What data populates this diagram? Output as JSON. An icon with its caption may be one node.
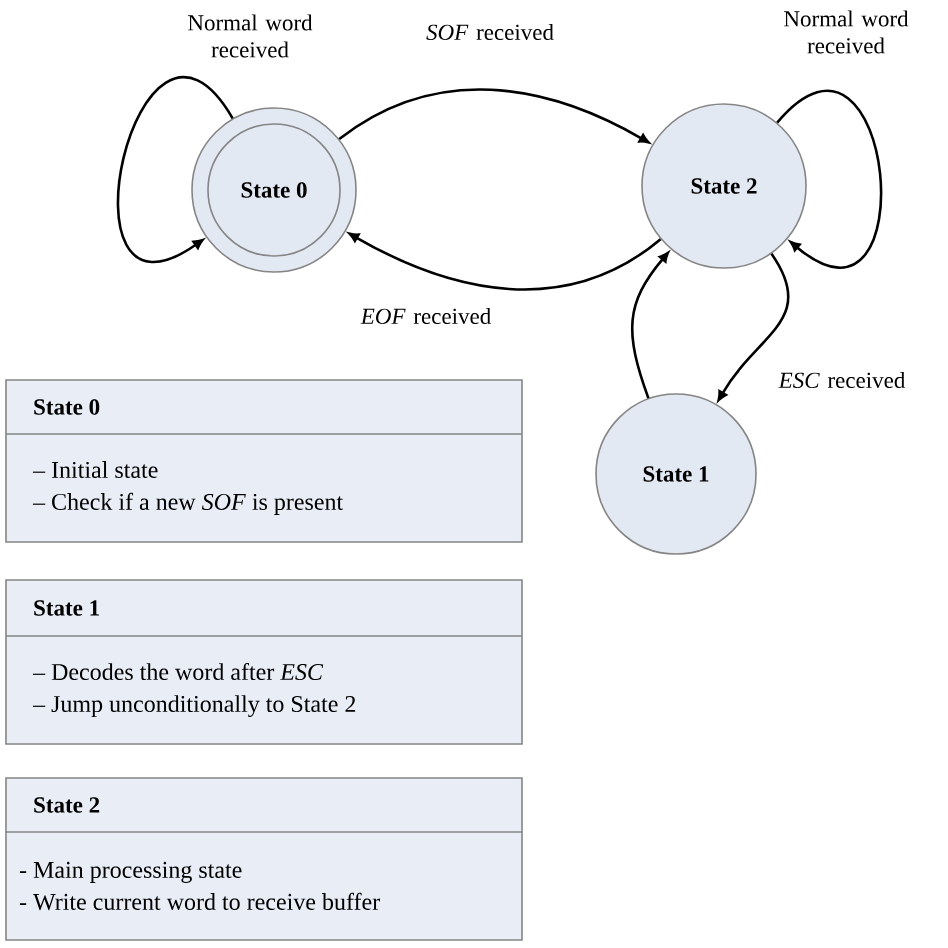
{
  "diagram": {
    "nodes": [
      {
        "text": [
          "State 0"
        ]
      },
      {
        "text": [
          "State 2"
        ]
      },
      {
        "text": [
          "State 1"
        ]
      },
      {
        "text": [
          "State 0",
          "– Initial state",
          "– Check if a new *SOF* is present"
        ]
      },
      {
        "text": [
          "State 1",
          "– Decodes the word after *ESC*",
          "– Jump unconditionally to State 2"
        ]
      },
      {
        "text": [
          "State 2",
          "- Main processing state",
          "- Write current word to receive buffer"
        ]
      }
    ],
    "edges": [
      {
        "from": 0,
        "to": 0,
        "arrow": "to",
        "label": "Normal word received"
      },
      {
        "from": 0,
        "to": 1,
        "arrow": "to",
        "label": "*SOF* received"
      },
      {
        "from": 1,
        "to": 1,
        "arrow": "to",
        "label": "Normal word received"
      },
      {
        "from": 1,
        "to": 0,
        "arrow": "to",
        "label": "*EOF* received"
      },
      {
        "from": 1,
        "to": 2,
        "arrow": "to",
        "label": "*ESC* received"
      },
      {
        "from": 2,
        "to": 1,
        "arrow": "to"
      }
    ]
  }
}
